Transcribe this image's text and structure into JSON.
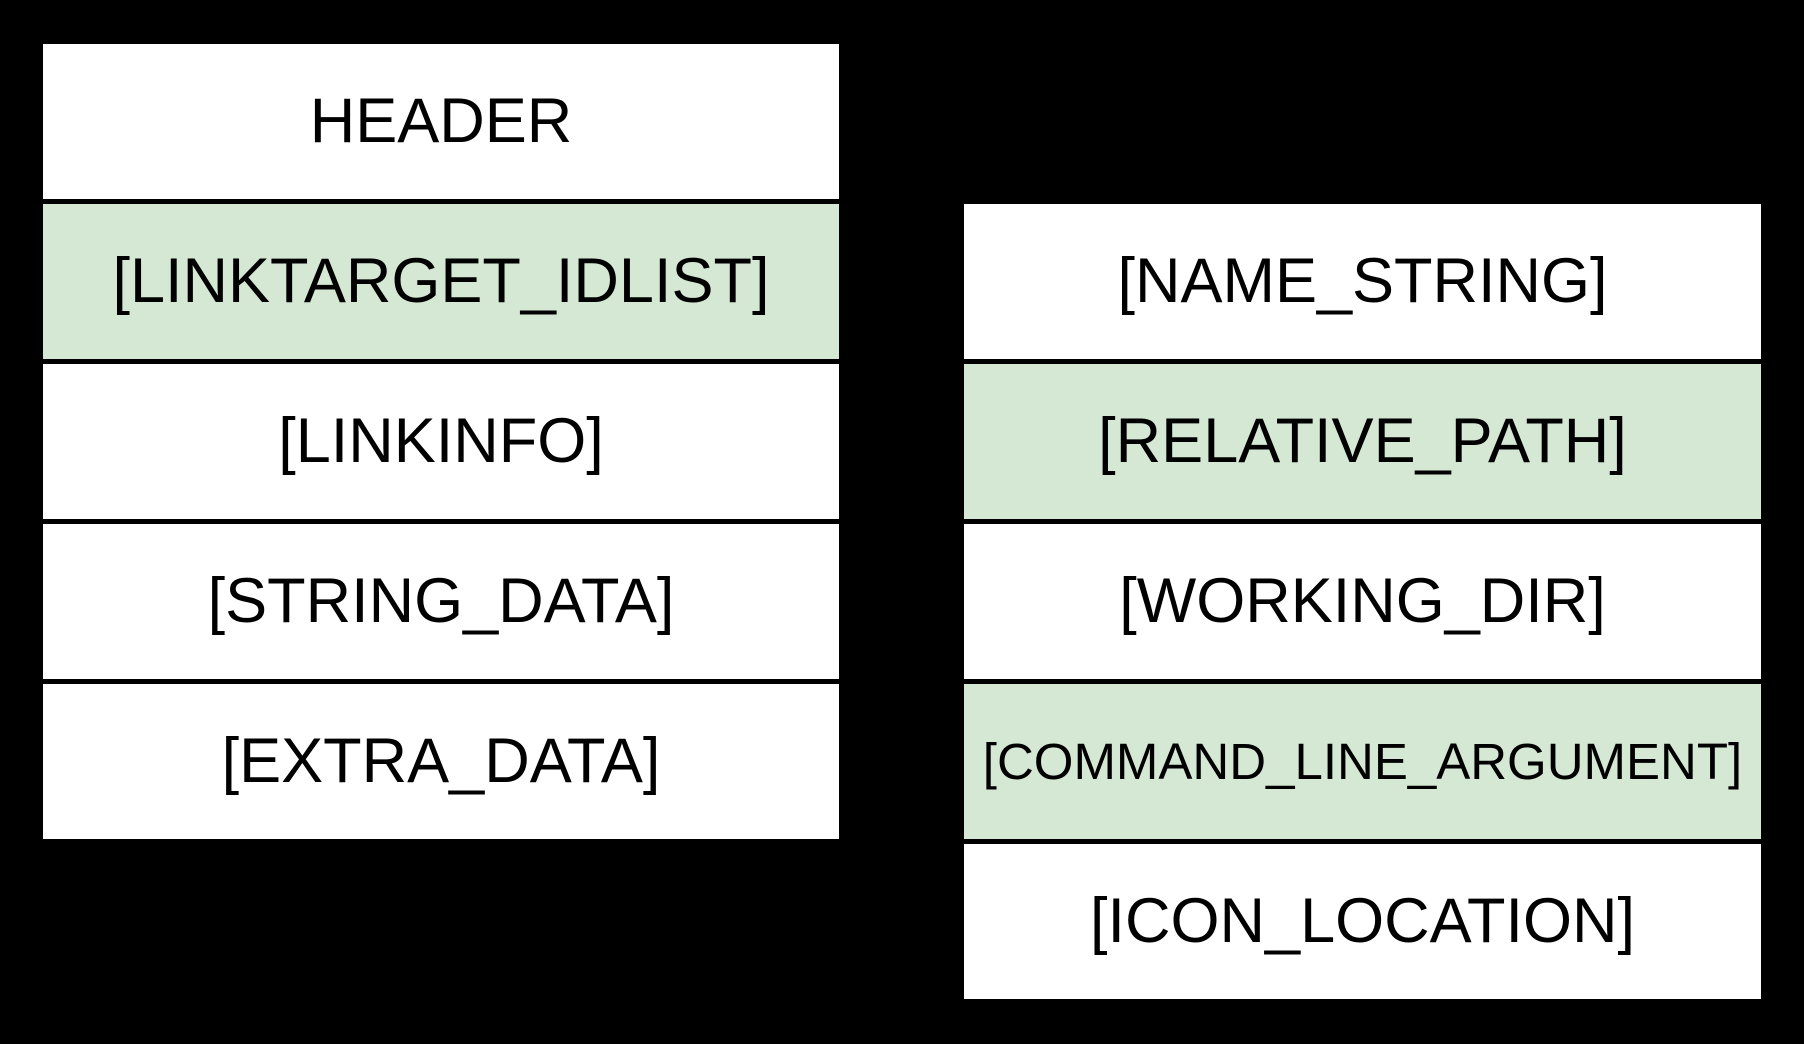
{
  "colors": {
    "background": "#000000",
    "cell_fill": "#ffffff",
    "cell_highlight_fill": "#d5e8d4",
    "cell_border": "#000000",
    "label_text": "#000000"
  },
  "left_column": {
    "cells": [
      {
        "label": "HEADER",
        "highlighted": false
      },
      {
        "label": "[LINKTARGET_IDLIST]",
        "highlighted": true
      },
      {
        "label": "[LINKINFO]",
        "highlighted": false
      },
      {
        "label": "[STRING_DATA]",
        "highlighted": false
      },
      {
        "label": "[EXTRA_DATA]",
        "highlighted": false
      }
    ]
  },
  "right_column": {
    "cells": [
      {
        "label": "[NAME_STRING]",
        "highlighted": false
      },
      {
        "label": "[RELATIVE_PATH]",
        "highlighted": true
      },
      {
        "label": "[WORKING_DIR]",
        "highlighted": false
      },
      {
        "label": "[COMMAND_LINE_ARGUMENT]",
        "highlighted": true
      },
      {
        "label": "[ICON_LOCATION]",
        "highlighted": false
      }
    ]
  }
}
